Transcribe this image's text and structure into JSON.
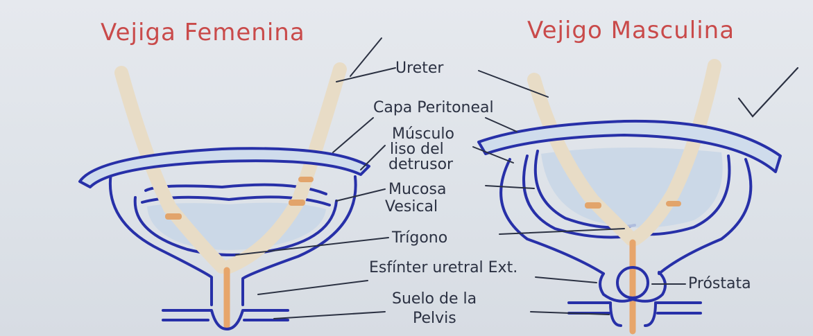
{
  "titles": {
    "female": "Vejiga Femenina",
    "male": "Vejigo Masculina"
  },
  "labels": {
    "ureter": "Ureter",
    "peritoneal": "Capa Peritoneal",
    "muscle_1": "Músculo",
    "muscle_2": "liso del",
    "muscle_3": "detrusor",
    "mucosa_1": "Mucosa",
    "mucosa_2": "Vesical",
    "trigone": "Trígono",
    "sphincter": "Esfínter uretral Ext.",
    "pelvic_1": "Suelo de la",
    "pelvic_2": "Pelvis",
    "prostate": "Próstata"
  },
  "colors": {
    "title": "#c94a4a",
    "outline": "#2730a8",
    "ureter": "#e8dcc6",
    "urethra": "#e7a56b",
    "mucosa": "#c8d6e6"
  },
  "marks": {
    "checkmark": "checkmark-icon"
  }
}
